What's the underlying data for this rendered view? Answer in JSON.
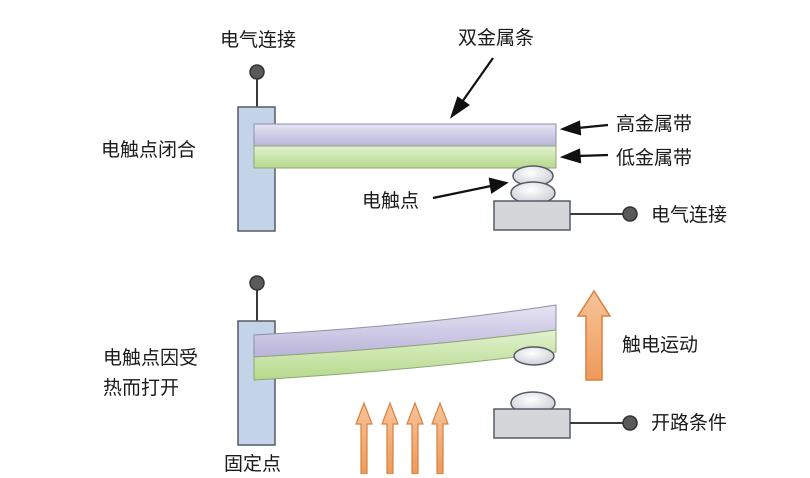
{
  "labels": {
    "top_connection": "电气连接",
    "bimetal_strip": "双金属条",
    "high_metal_band": "高金属带",
    "low_metal_band": "低金属带",
    "contact_closed": "电触点闭合",
    "contact_point": "电触点",
    "right_connection": "电气连接",
    "contact_open_line1": "电触点因受",
    "contact_open_line2": "热而打开",
    "fixed_point": "固定点",
    "contact_motion": "触电运动",
    "open_circuit": "开路条件"
  },
  "colors": {
    "post_fill": "#c3d3e8",
    "strip_high": "#c6c2e0",
    "strip_low": "#c8e3a6",
    "block_fill": "#d4d6d9",
    "heat_arrow": "#f2a870",
    "heat_arrow_stroke": "#d9803e",
    "outline": "#555b66"
  }
}
